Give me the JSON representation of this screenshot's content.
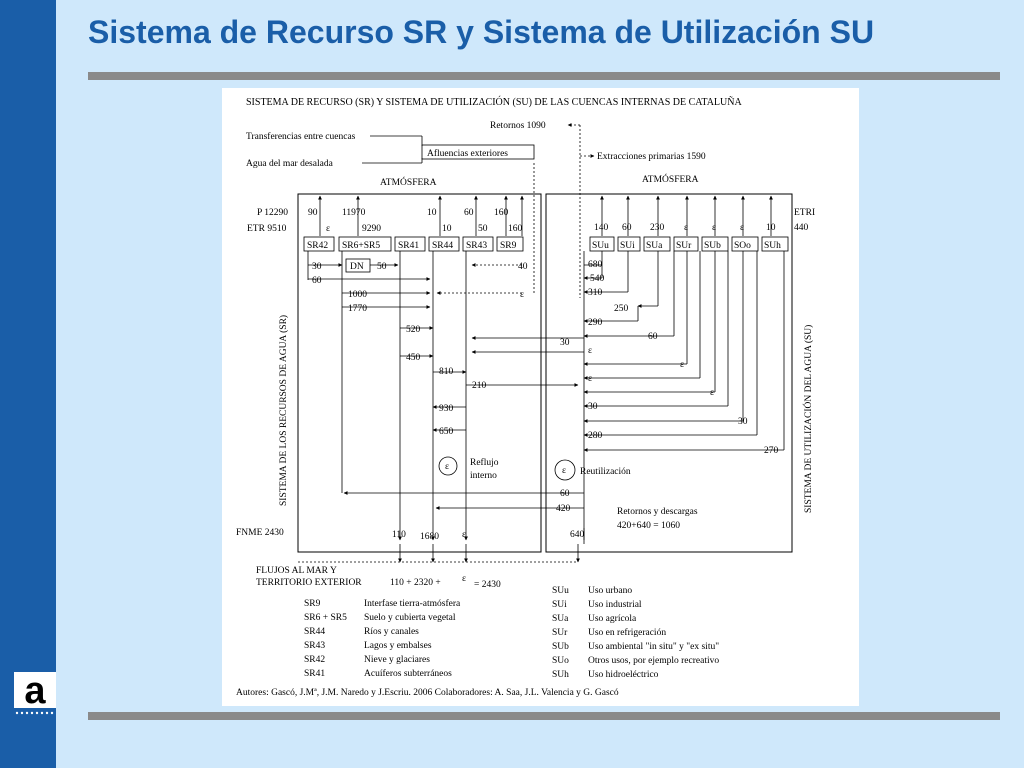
{
  "slide": {
    "title": "Sistema de Recurso SR y Sistema de Utilización SU",
    "logo_letter": "a"
  },
  "colors": {
    "title": "#1a5ea8",
    "left_bar": "#1a5ea8",
    "rule": "#8a8a8a",
    "background": "#cfe8fb"
  },
  "diagram": {
    "heading": "SISTEMA DE RECURSO (SR) Y SISTEMA DE UTILIZACIÓN (SU) DE LAS CUENCAS INTERNAS DE CATALUÑA",
    "top_inputs": {
      "transfers": "Transferencias entre cuencas",
      "desal": "Agua del mar desalada",
      "afluencias": "Afluencias exteriores",
      "retornos": "Retornos 1090",
      "extracciones": "Extracciones primarias 1590"
    },
    "atmosphere_left": "ATMÓSFERA",
    "atmosphere_right": "ATMÓSFERA",
    "left_side": {
      "p": "P 12290",
      "etr": "ETR 9510",
      "top_values": [
        "90",
        "11970",
        "10",
        "60",
        "160"
      ],
      "lower_values": [
        "ε",
        "9290",
        "10",
        "50",
        "160"
      ],
      "boxes": [
        "SR42",
        "SR6+SR5",
        "SR41",
        "SR44",
        "SR43",
        "SR9"
      ],
      "dn": "DN",
      "internal": [
        "30",
        "50",
        "60",
        "1000",
        "1770",
        "520",
        "450",
        "810",
        "210",
        "930",
        "650"
      ],
      "right_feeds": [
        "40",
        "ε"
      ],
      "reflujo": [
        "Reflujo",
        "interno"
      ],
      "epsilon": "ε",
      "vertical_label": "SISTEMA DE LOS RECURSOS DE AGUA (SR)",
      "fnme": "FNME 2430",
      "bottom_values": [
        "110",
        "1680",
        "ε"
      ]
    },
    "right_side": {
      "etri": "ETRI",
      "etri_value": "440",
      "top_values": [
        "140",
        "60",
        "230",
        "ε",
        "ε",
        "ε",
        "10"
      ],
      "boxes": [
        "SUu",
        "SUi",
        "SUa",
        "SUr",
        "SUb",
        "SOo",
        "SUh"
      ],
      "flows": [
        "680",
        "540",
        "310",
        "250",
        "290",
        "60",
        "30",
        "ε",
        "ε",
        "ε",
        "ε",
        "30",
        "30",
        "280",
        "270"
      ],
      "reutilizacion": "Reutilización",
      "epsilon": "ε",
      "vertical_label": "SISTEMA DE UTILIZACIÓN DEL AGUA (SU)",
      "bottom_value": "640"
    },
    "cross_flows": [
      "60",
      "420"
    ],
    "retornos_descargas": [
      "Retornos y descargas",
      "420+640 = 1060"
    ],
    "flujos": {
      "line1": "FLUJOS AL MAR Y",
      "line2": "TERRITORIO EXTERIOR",
      "sum": "110 + 2320  +",
      "eps": "ε",
      "result": "=  2430"
    },
    "legend_sr": [
      {
        "code": "SR9",
        "desc": "Interfase tierra-atmósfera"
      },
      {
        "code": "SR6 + SR5",
        "desc": "Suelo y cubierta vegetal"
      },
      {
        "code": "SR44",
        "desc": "Ríos y canales"
      },
      {
        "code": "SR43",
        "desc": "Lagos y embalses"
      },
      {
        "code": "SR42",
        "desc": "Nieve y glaciares"
      },
      {
        "code": "SR41",
        "desc": "Acuíferos subterráneos"
      }
    ],
    "legend_su": [
      {
        "code": "SUu",
        "desc": "Uso urbano"
      },
      {
        "code": "SUi",
        "desc": "Uso industrial"
      },
      {
        "code": "SUa",
        "desc": "Uso agrícola"
      },
      {
        "code": "SUr",
        "desc": "Uso en refrigeración"
      },
      {
        "code": "SUb",
        "desc": "Uso ambiental \"in situ\" y \"ex situ\""
      },
      {
        "code": "SUo",
        "desc": "Otros usos, por ejemplo recreativo"
      },
      {
        "code": "SUh",
        "desc": "Uso hidroeléctrico"
      }
    ],
    "authors": "Autores: Gascó, J.Mª, J.M. Naredo y J.Escriu. 2006  Colaboradores: A. Saa, J.L. Valencia y G. Gascó"
  }
}
